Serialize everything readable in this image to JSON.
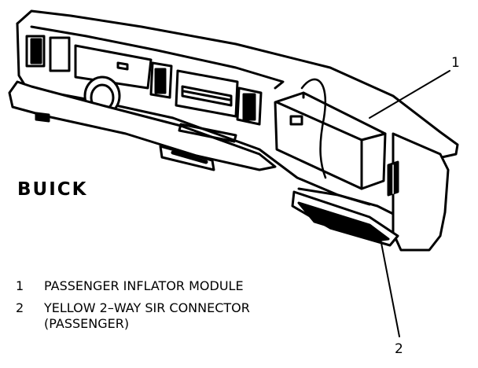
{
  "brand": "BUICK",
  "callouts": {
    "c1": "1",
    "c2": "2"
  },
  "legend": [
    {
      "num": "1",
      "text": "PASSENGER INFLATOR MODULE"
    },
    {
      "num": "2",
      "text": "YELLOW 2–WAY SIR CONNECTOR (PASSENGER)"
    }
  ]
}
